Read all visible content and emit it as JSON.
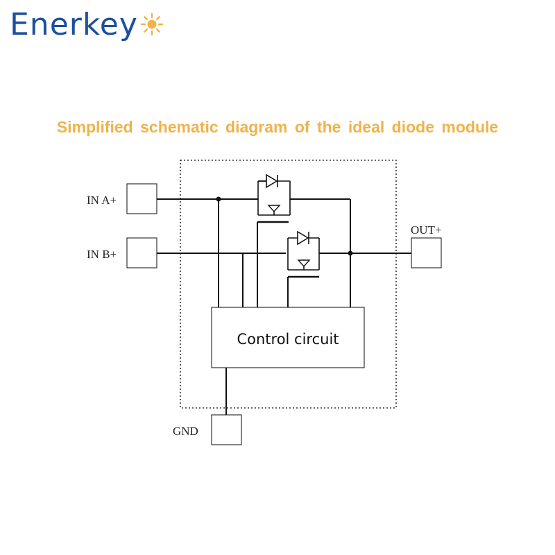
{
  "brand": {
    "name": "Enerkey",
    "color": "#1d4f9c",
    "sun_color": "#f0b24a"
  },
  "title": "Simplified schematic diagram of the ideal diode module",
  "title_color": "#f0b24a",
  "diagram": {
    "pins": {
      "in_a": "IN A+",
      "in_b": "IN B+",
      "out": "OUT+",
      "gnd": "GND"
    },
    "control_block": "Control circuit",
    "components": [
      "diode-icon",
      "mosfet-icon"
    ]
  }
}
